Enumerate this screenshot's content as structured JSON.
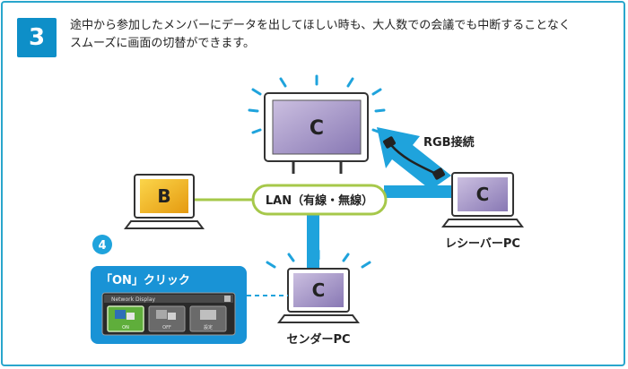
{
  "step": {
    "number": "3"
  },
  "description": {
    "line1": "途中から参加したメンバーにデータを出してほしい時も、大人数での会議でも中断することなく",
    "line2": "スムーズに画面の切替ができます。"
  },
  "diagram": {
    "projector_label": "C",
    "laptop_b_label": "B",
    "receiver_label": "C",
    "center_label": "C",
    "network_label": "LAN（有線・無線）",
    "rgb_label": "RGB接続",
    "receiver_caption": "レシーバーPC",
    "center_caption": "センダーPC",
    "callout_number": "4",
    "callout_title": "「ON」クリック",
    "app_title": "Network Display",
    "app_button_on": "ON",
    "app_button_off": "OFF",
    "app_button_settings": "設定"
  },
  "colors": {
    "accent": "#0e8fc8",
    "line_blue": "#1fa3dc",
    "lan_green": "#a6c84a",
    "screen_c": "#9f8fc0",
    "screen_b": "#f2b92c",
    "callout_bg": "#1993d6"
  }
}
